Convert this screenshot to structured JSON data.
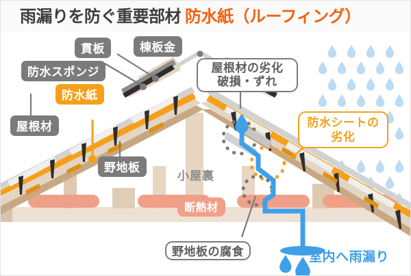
{
  "header": {
    "title_main": "雨漏りを防ぐ重要部材",
    "title_accent": "防水紙（ルーフィング）",
    "color_main": "#3c3c3c",
    "color_accent": "#f4600d"
  },
  "labels": {
    "nuki_ita": "貫板",
    "mune_bankin": "棟板金",
    "bousui_sponge": "防水スポンジ",
    "bousui_shi": "防水紙",
    "yane_zai": "屋根材",
    "noji_ita": "野地板",
    "koyaura": "小屋裏",
    "dannetsuzai": "断熱材",
    "yanezai_rekka_l1": "屋根材の劣化",
    "yanezai_rekka_l2": "破損・ずれ",
    "sheet_rekka_l1": "防水シートの",
    "sheet_rekka_l2": "劣化",
    "nojiita_fushoku": "野地板の腐食",
    "shitsunai_amamori": "室内へ雨漏り"
  },
  "colors": {
    "label_gray": "#7b7b7b",
    "label_orange": "#f5a01b",
    "badge_salmon": "#f0a088",
    "roof_material": "#d2d2d2",
    "waterproof_paper": "#f5a01b",
    "roof_board": "#e3d5c4",
    "rafter": "#c8a882",
    "sponge_pink": "#f2a0b0",
    "insulation": "#f0a088",
    "water_blue": "#3fa0e8",
    "raindrop": "#bcdcf5",
    "wall_beige": "#ece1d4",
    "post_tan": "#ddc9b0",
    "nail_dark": "#2d2d2d",
    "background": "#ffffff",
    "header_bg": "#fafafa"
  },
  "diagram": {
    "raindrop_rows": 4,
    "raindrop_cols": 5,
    "damage_marker_roof": "gray-dotted-circle",
    "damage_marker_sheet": "orange-dotted-circle",
    "damage_marker_board": "gray-dotted-circle",
    "water_path": "blue-leak-line",
    "drip_count_bottom": 3
  }
}
